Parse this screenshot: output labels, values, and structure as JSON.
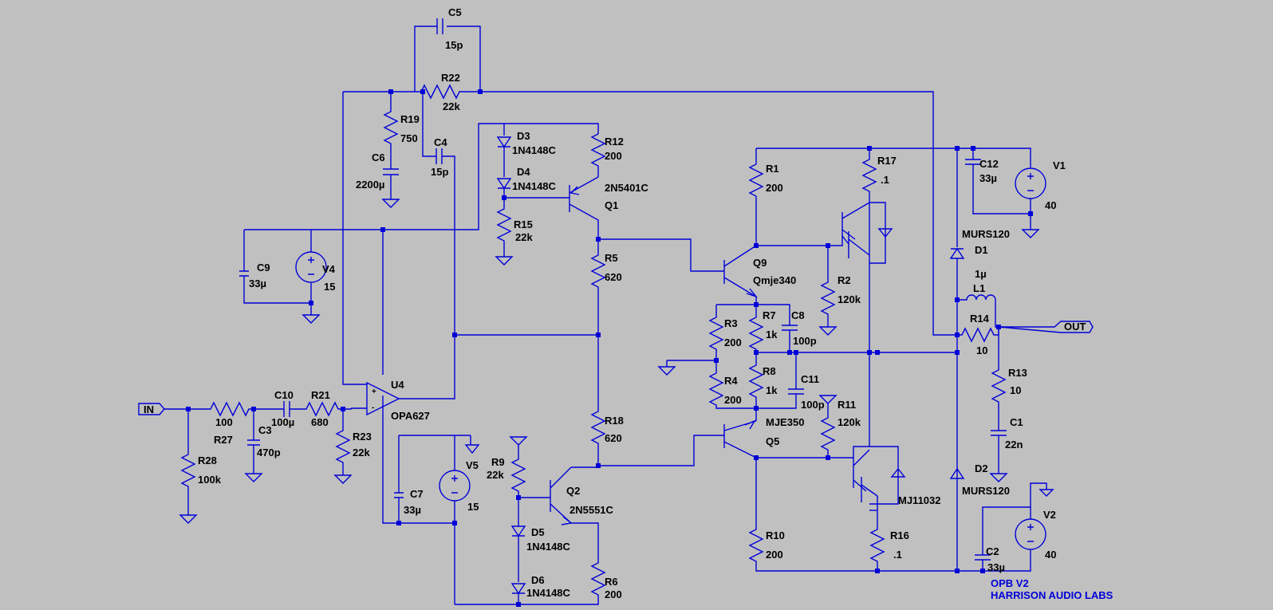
{
  "schematic": {
    "components": {
      "C5": {
        "ref": "C5",
        "value": "15p"
      },
      "R22": {
        "ref": "R22",
        "value": "22k"
      },
      "R19": {
        "ref": "R19",
        "value": "750"
      },
      "C6": {
        "ref": "C6",
        "value": "2200µ"
      },
      "C4": {
        "ref": "C4",
        "value": "15p"
      },
      "D3": {
        "ref": "D3",
        "value": "1N4148C"
      },
      "D4": {
        "ref": "D4",
        "value": "1N4148C"
      },
      "R12": {
        "ref": "R12",
        "value": "200"
      },
      "Q1": {
        "ref": "Q1",
        "value": "2N5401C"
      },
      "R15": {
        "ref": "R15",
        "value": "22k"
      },
      "R5": {
        "ref": "R5",
        "value": "620"
      },
      "V4": {
        "ref": "V4",
        "value": "15"
      },
      "C9": {
        "ref": "C9",
        "value": "33µ"
      },
      "U4": {
        "ref": "U4",
        "value": "OPA627"
      },
      "R27": {
        "ref": "R27",
        "value": "100"
      },
      "C10": {
        "ref": "C10",
        "value": "100µ"
      },
      "R21": {
        "ref": "R21",
        "value": "680"
      },
      "C3": {
        "ref": "C3",
        "value": "470p"
      },
      "R23": {
        "ref": "R23",
        "value": "22k"
      },
      "R28": {
        "ref": "R28",
        "value": "100k"
      },
      "V5": {
        "ref": "V5",
        "value": "15"
      },
      "C7": {
        "ref": "C7",
        "value": "33µ"
      },
      "R9": {
        "ref": "R9",
        "value": "22k"
      },
      "Q2": {
        "ref": "Q2",
        "value": "2N5551C"
      },
      "D5": {
        "ref": "D5",
        "value": "1N4148C"
      },
      "D6": {
        "ref": "D6",
        "value": "1N4148C"
      },
      "R6": {
        "ref": "R6",
        "value": "200"
      },
      "R18": {
        "ref": "R18",
        "value": "620"
      },
      "R1": {
        "ref": "R1",
        "value": "200"
      },
      "R17": {
        "ref": "R17",
        "value": ".1"
      },
      "Q9": {
        "ref": "Q9",
        "value": "Qmje340"
      },
      "R2": {
        "ref": "R2",
        "value": "120k"
      },
      "R3": {
        "ref": "R3",
        "value": "200"
      },
      "R7": {
        "ref": "R7",
        "value": "1k"
      },
      "C8": {
        "ref": "C8",
        "value": "100p"
      },
      "R4": {
        "ref": "R4",
        "value": "200"
      },
      "R8": {
        "ref": "R8",
        "value": "1k"
      },
      "C11": {
        "ref": "C11",
        "value": "100p"
      },
      "R11": {
        "ref": "R11",
        "value": "120k"
      },
      "Q5": {
        "ref": "Q5",
        "value": "MJE350"
      },
      "Q_out": {
        "value": "MJ11032"
      },
      "R10": {
        "ref": "R10",
        "value": "200"
      },
      "R16": {
        "ref": "R16",
        "value": ".1"
      },
      "C12": {
        "ref": "C12",
        "value": "33µ"
      },
      "V1": {
        "ref": "V1",
        "value": "40"
      },
      "D1": {
        "ref": "D1",
        "value": "MURS120"
      },
      "L1": {
        "ref": "L1",
        "value": "1µ"
      },
      "R14": {
        "ref": "R14",
        "value": "10"
      },
      "R13": {
        "ref": "R13",
        "value": "10"
      },
      "C1": {
        "ref": "C1",
        "value": "22n"
      },
      "D2": {
        "ref": "D2",
        "value": "MURS120"
      },
      "V2": {
        "ref": "V2",
        "value": "40"
      },
      "C2": {
        "ref": "C2",
        "value": "33µ"
      }
    },
    "ports": {
      "input": "IN",
      "output": "OUT"
    },
    "notes": {
      "line1": "OPB V2",
      "line2": "HARRISON AUDIO LABS"
    },
    "colors": {
      "wire": "#0000d8",
      "background": "#c0c0c0",
      "label": "#000000"
    }
  }
}
